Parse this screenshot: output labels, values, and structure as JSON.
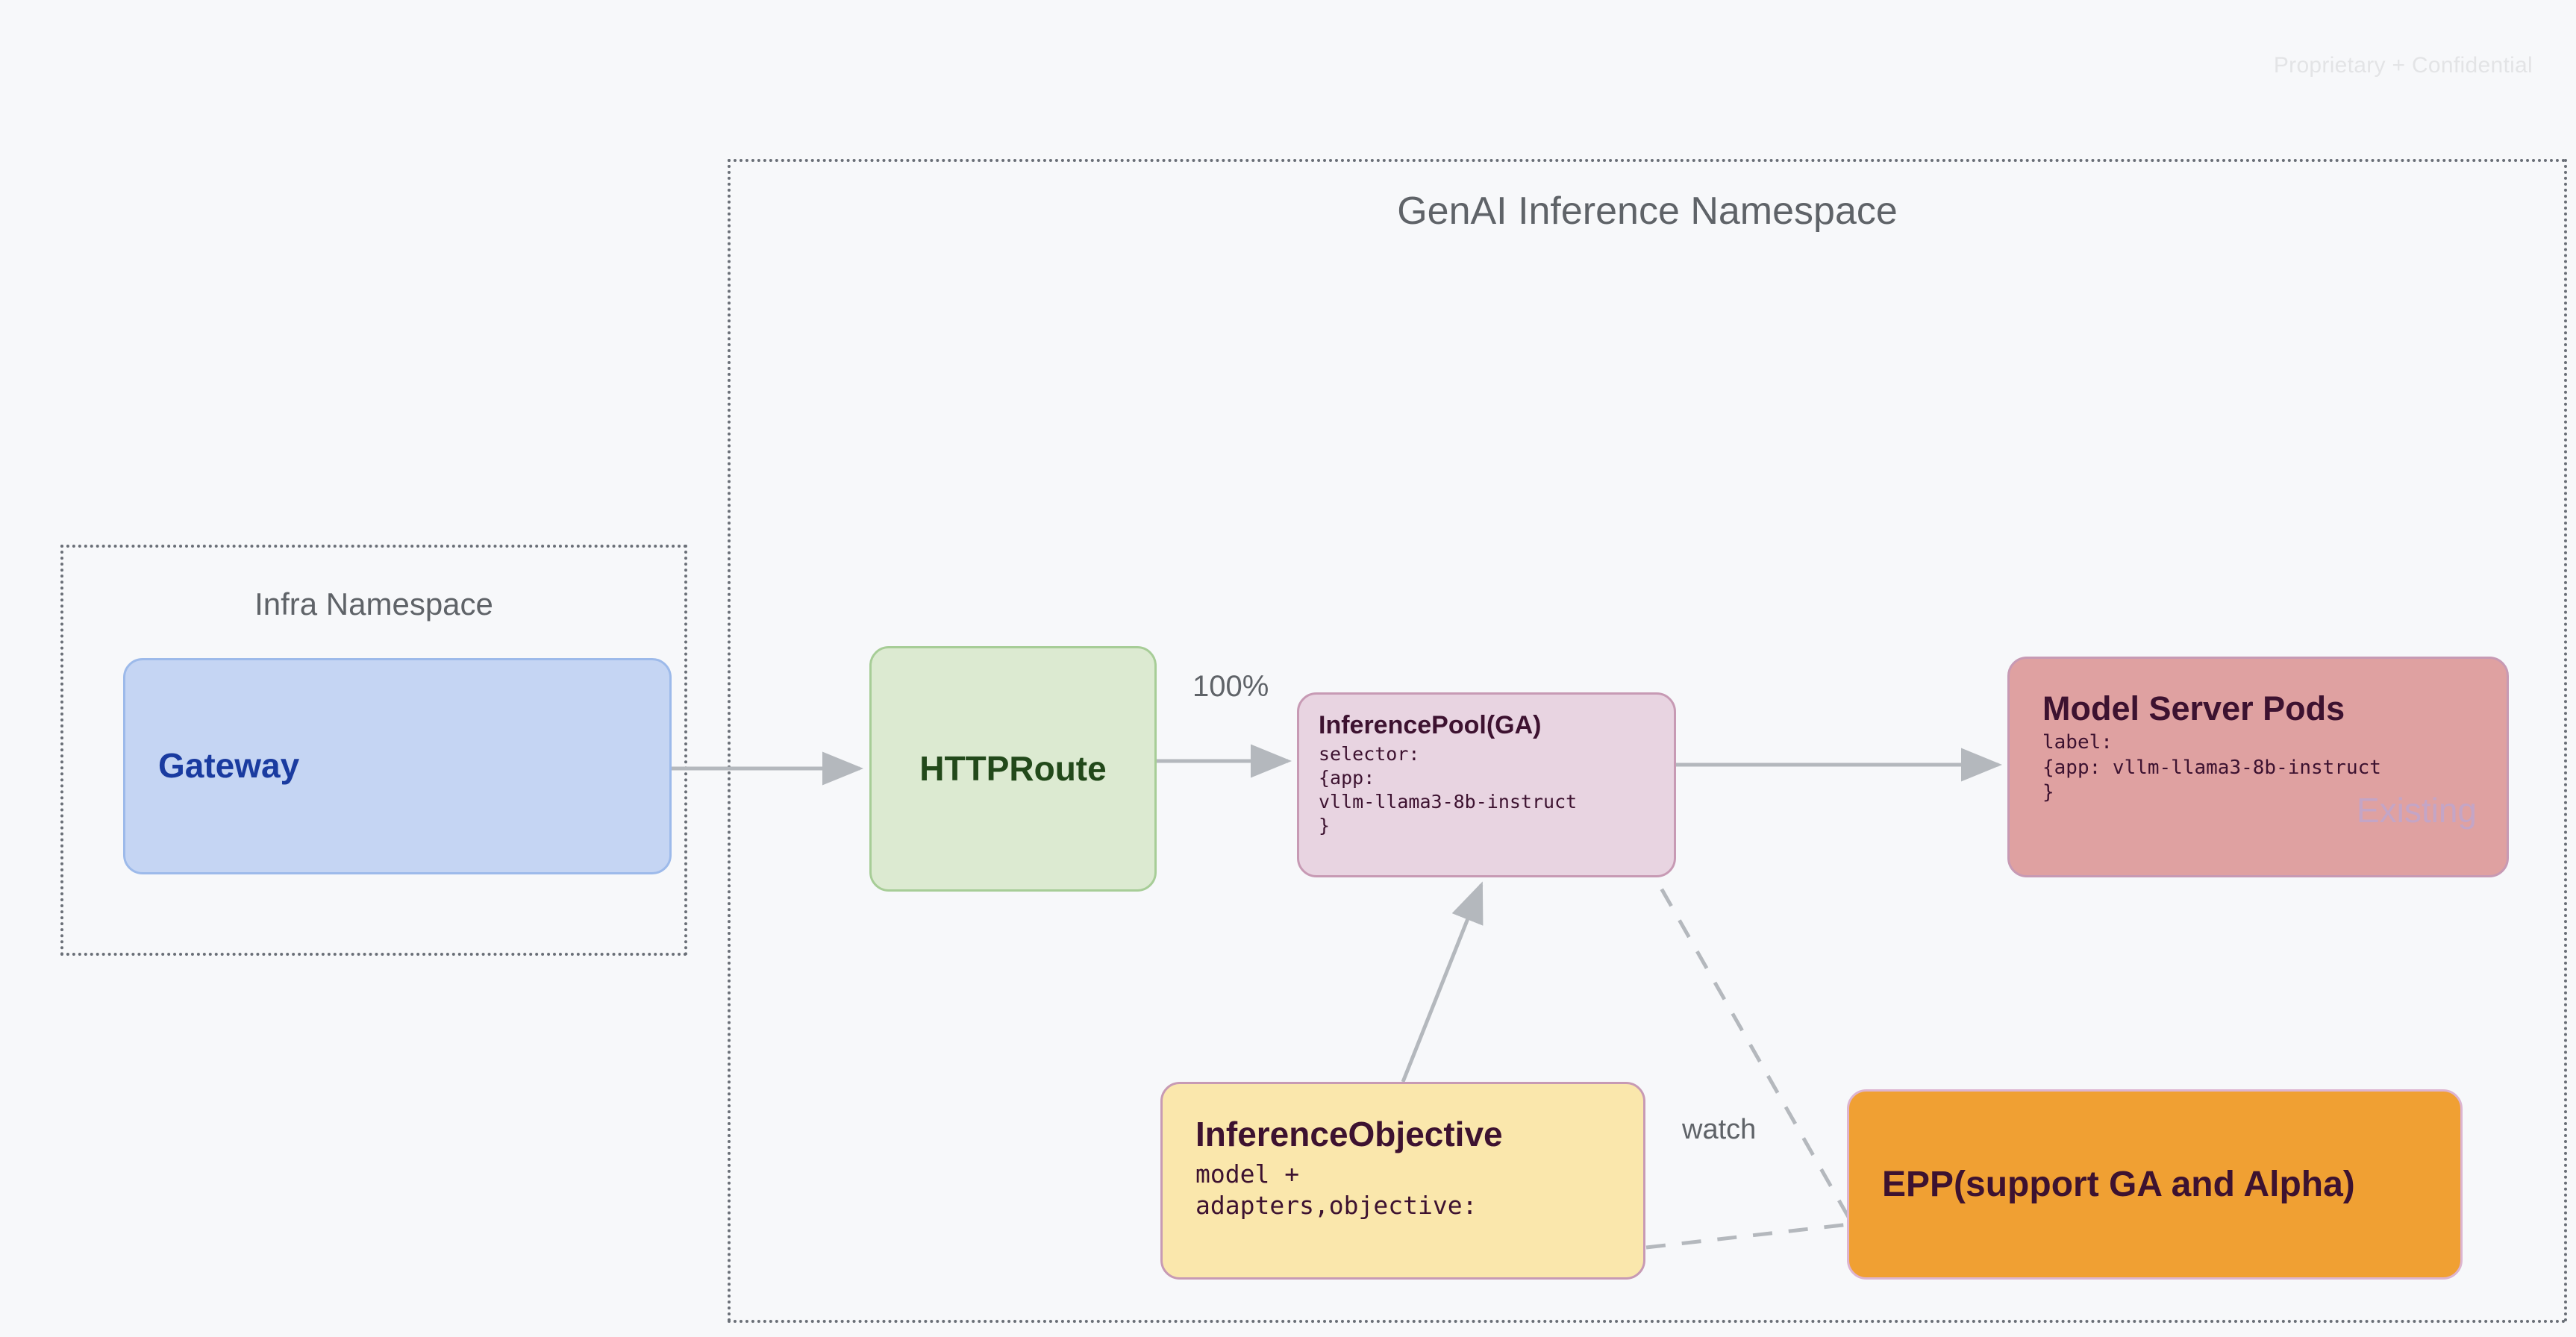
{
  "watermark": "Proprietary + Confidential",
  "namespaces": [
    {
      "id": "infra",
      "title": "Infra Namespace"
    },
    {
      "id": "genai",
      "title": "GenAI Inference Namespace"
    }
  ],
  "nodes": {
    "gateway": {
      "title": "Gateway",
      "fill": "#c5d5f3",
      "stroke": "#9dbaea",
      "text_color": "#1a3ba0"
    },
    "httproute": {
      "title": "HTTPRoute",
      "fill": "#dcead1",
      "stroke": "#a7cd97",
      "text_color": "#22491a"
    },
    "inferencepool": {
      "title": "InferencePool(GA)",
      "body": "selector:\n{app:\nvllm-llama3-8b-instruct\n}",
      "fill": "#e8d4e1",
      "stroke": "#c79ab4",
      "text_color": "#3d1230"
    },
    "modelserver": {
      "title": "Model Server Pods",
      "body": "label:\n{app: vllm-llama3-8b-instruct\n}",
      "stamp": "Existing",
      "fill": "#dfa1a1",
      "stroke": "#c79ab4",
      "text_color": "#3d1230",
      "stamp_color": "#c4a5c6"
    },
    "inferenceobjective": {
      "title": "InferenceObjective",
      "body": "model +\nadapters,objective:",
      "fill": "#fae7ac",
      "stroke": "#c79ab4",
      "text_color": "#3d1230"
    },
    "epp": {
      "title": "EPP(support GA and Alpha)",
      "fill": "#f0a033",
      "stroke": "#ddb4d0",
      "text_color": "#3d1230"
    }
  },
  "edges": {
    "gateway_to_httproute": {
      "label": ""
    },
    "httproute_to_inferencepool": {
      "label": "100%"
    },
    "inferencepool_to_modelserver": {
      "label": ""
    },
    "inferenceobjective_to_inferencepool": {
      "label": ""
    },
    "inferencepool_to_epp": {
      "label": ""
    },
    "inferenceobjective_to_epp": {
      "label": "watch"
    }
  },
  "colors": {
    "canvas_background": "#f7f8fa",
    "namespace_border": "#6a6f77",
    "edge_stroke": "#b4b8bd",
    "namespace_title": "#5f6368",
    "watermark": "#e3e4e6"
  }
}
